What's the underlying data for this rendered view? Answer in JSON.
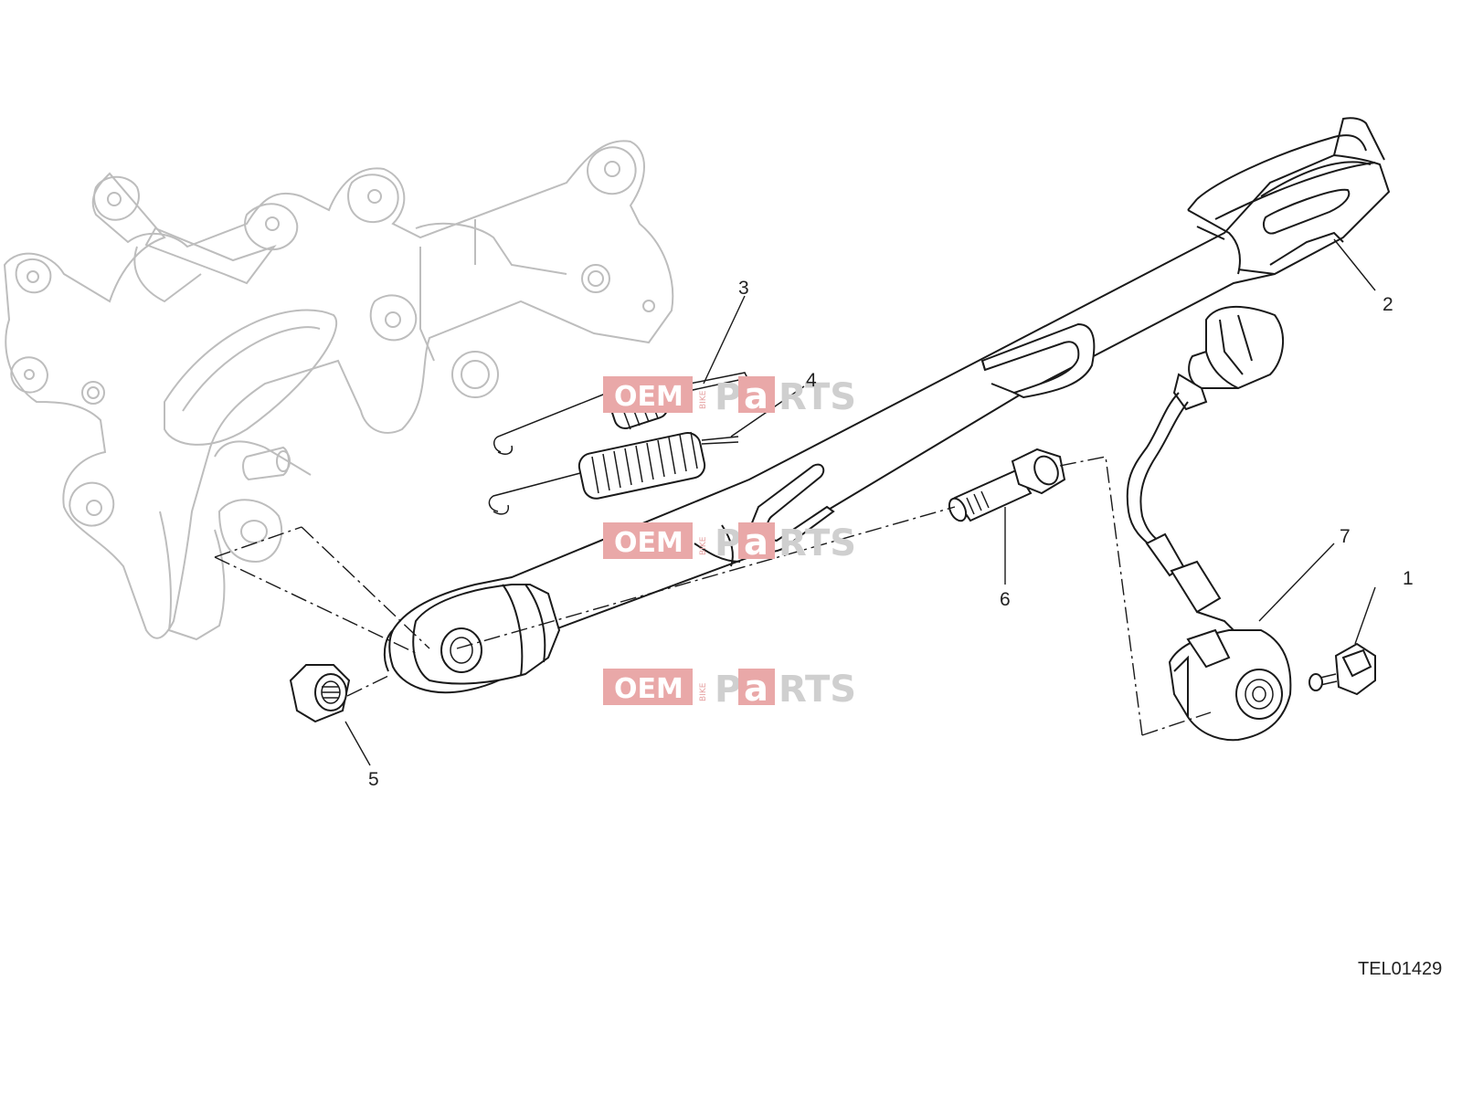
{
  "diagram": {
    "callouts": [
      {
        "id": "1",
        "label": "1"
      },
      {
        "id": "2",
        "label": "2"
      },
      {
        "id": "3",
        "label": "3"
      },
      {
        "id": "4",
        "label": "4"
      },
      {
        "id": "5",
        "label": "5"
      },
      {
        "id": "6",
        "label": "6"
      },
      {
        "id": "7",
        "label": "7"
      }
    ],
    "drawing_code": "TEL01429"
  },
  "watermark": {
    "oem": "OEM",
    "bike": "BIKE",
    "parts_p": "P",
    "parts_a": "a",
    "parts_rts": "RTS",
    "color_red": "#e9a8a8",
    "color_grey": "#cfcfcf"
  }
}
